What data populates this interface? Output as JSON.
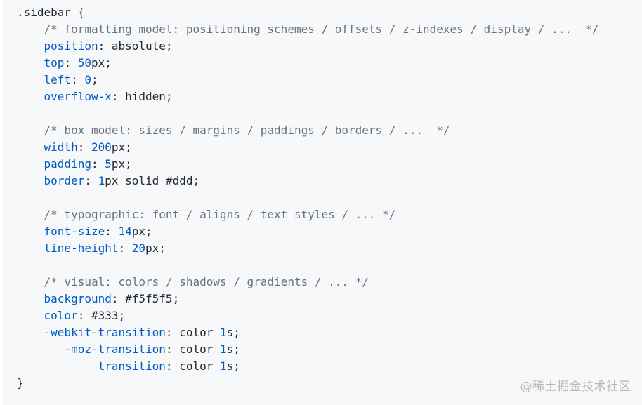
{
  "code": {
    "selector": ".sidebar",
    "open_brace": " {",
    "close_brace": "}",
    "groups": [
      {
        "comment": "/* formatting model: positioning schemes / offsets / z-indexes / display / ...  */",
        "decls": [
          {
            "prop": "position",
            "value": "absolute"
          },
          {
            "prop": "top",
            "num": "50",
            "unit": "px"
          },
          {
            "prop": "left",
            "num": "0",
            "unit": ""
          },
          {
            "prop": "overflow-x",
            "value": "hidden"
          }
        ]
      },
      {
        "comment": "/* box model: sizes / margins / paddings / borders / ...  */",
        "decls": [
          {
            "prop": "width",
            "num": "200",
            "unit": "px"
          },
          {
            "prop": "padding",
            "num": "5",
            "unit": "px"
          },
          {
            "prop": "border",
            "num": "1",
            "unit": "px solid #ddd"
          }
        ]
      },
      {
        "comment": "/* typographic: font / aligns / text styles / ... */",
        "decls": [
          {
            "prop": "font-size",
            "num": "14",
            "unit": "px"
          },
          {
            "prop": "line-height",
            "num": "20",
            "unit": "px"
          }
        ]
      },
      {
        "comment": "/* visual: colors / shadows / gradients / ... */",
        "decls": [
          {
            "prop": "background",
            "value": "#f5f5f5"
          },
          {
            "prop": "color",
            "value": "#333"
          },
          {
            "prop": "-webkit-transition",
            "value": "color ",
            "num": "1",
            "unit": "s"
          },
          {
            "prop": "-moz-transition",
            "value": "color ",
            "num": "1",
            "unit": "s",
            "pad": "   "
          },
          {
            "prop": "transition",
            "value": "color ",
            "num": "1",
            "unit": "s",
            "pad": "        "
          }
        ]
      }
    ]
  },
  "watermark": "@稀土掘金技术社区",
  "colors": {
    "background": "#f6f8fa",
    "property": "#005cc5",
    "comment": "#6a737d",
    "text": "#24292e"
  }
}
